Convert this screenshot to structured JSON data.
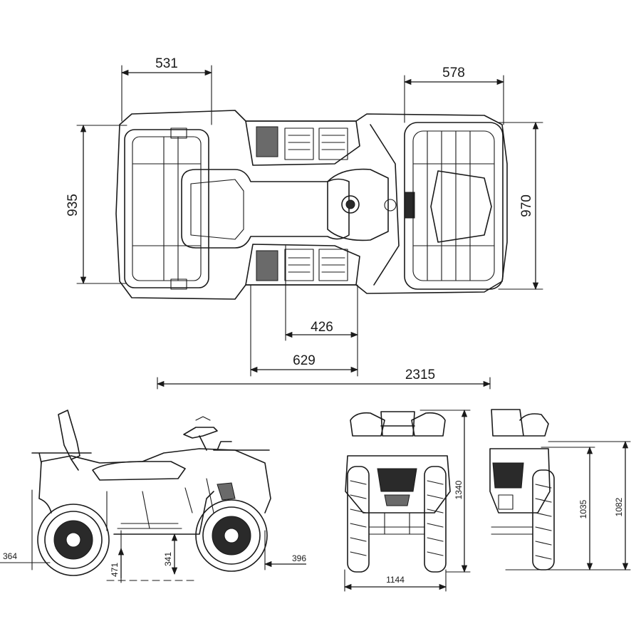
{
  "top_view": {
    "dims": {
      "seat_offset": "531",
      "front_overhang": "578",
      "rear_width": "935",
      "front_width": "970",
      "footrest_inner": "426",
      "footrest_outer": "629",
      "overall_length": "2315"
    }
  },
  "side_view": {
    "dims": {
      "rear_overhang": "364",
      "seat_height": "471",
      "ground_clearance": "341",
      "front_overhang": "396"
    }
  },
  "front_view": {
    "dims": {
      "overall_height": "1340",
      "track_width": "1144"
    }
  },
  "rear_view": {
    "dims": {
      "rack_height": "1035",
      "handlebar_height": "1082"
    }
  }
}
